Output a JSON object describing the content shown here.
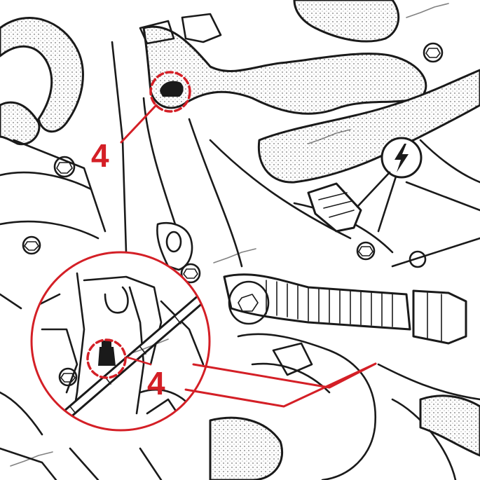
{
  "diagram": {
    "accent_color": "#d41f26",
    "line_color": "#1a1a1a",
    "callouts": [
      {
        "id": "upper",
        "label": "4"
      },
      {
        "id": "inset",
        "label": "4"
      }
    ],
    "icons": {
      "electrical_symbol": "lightning-bolt-icon"
    }
  }
}
